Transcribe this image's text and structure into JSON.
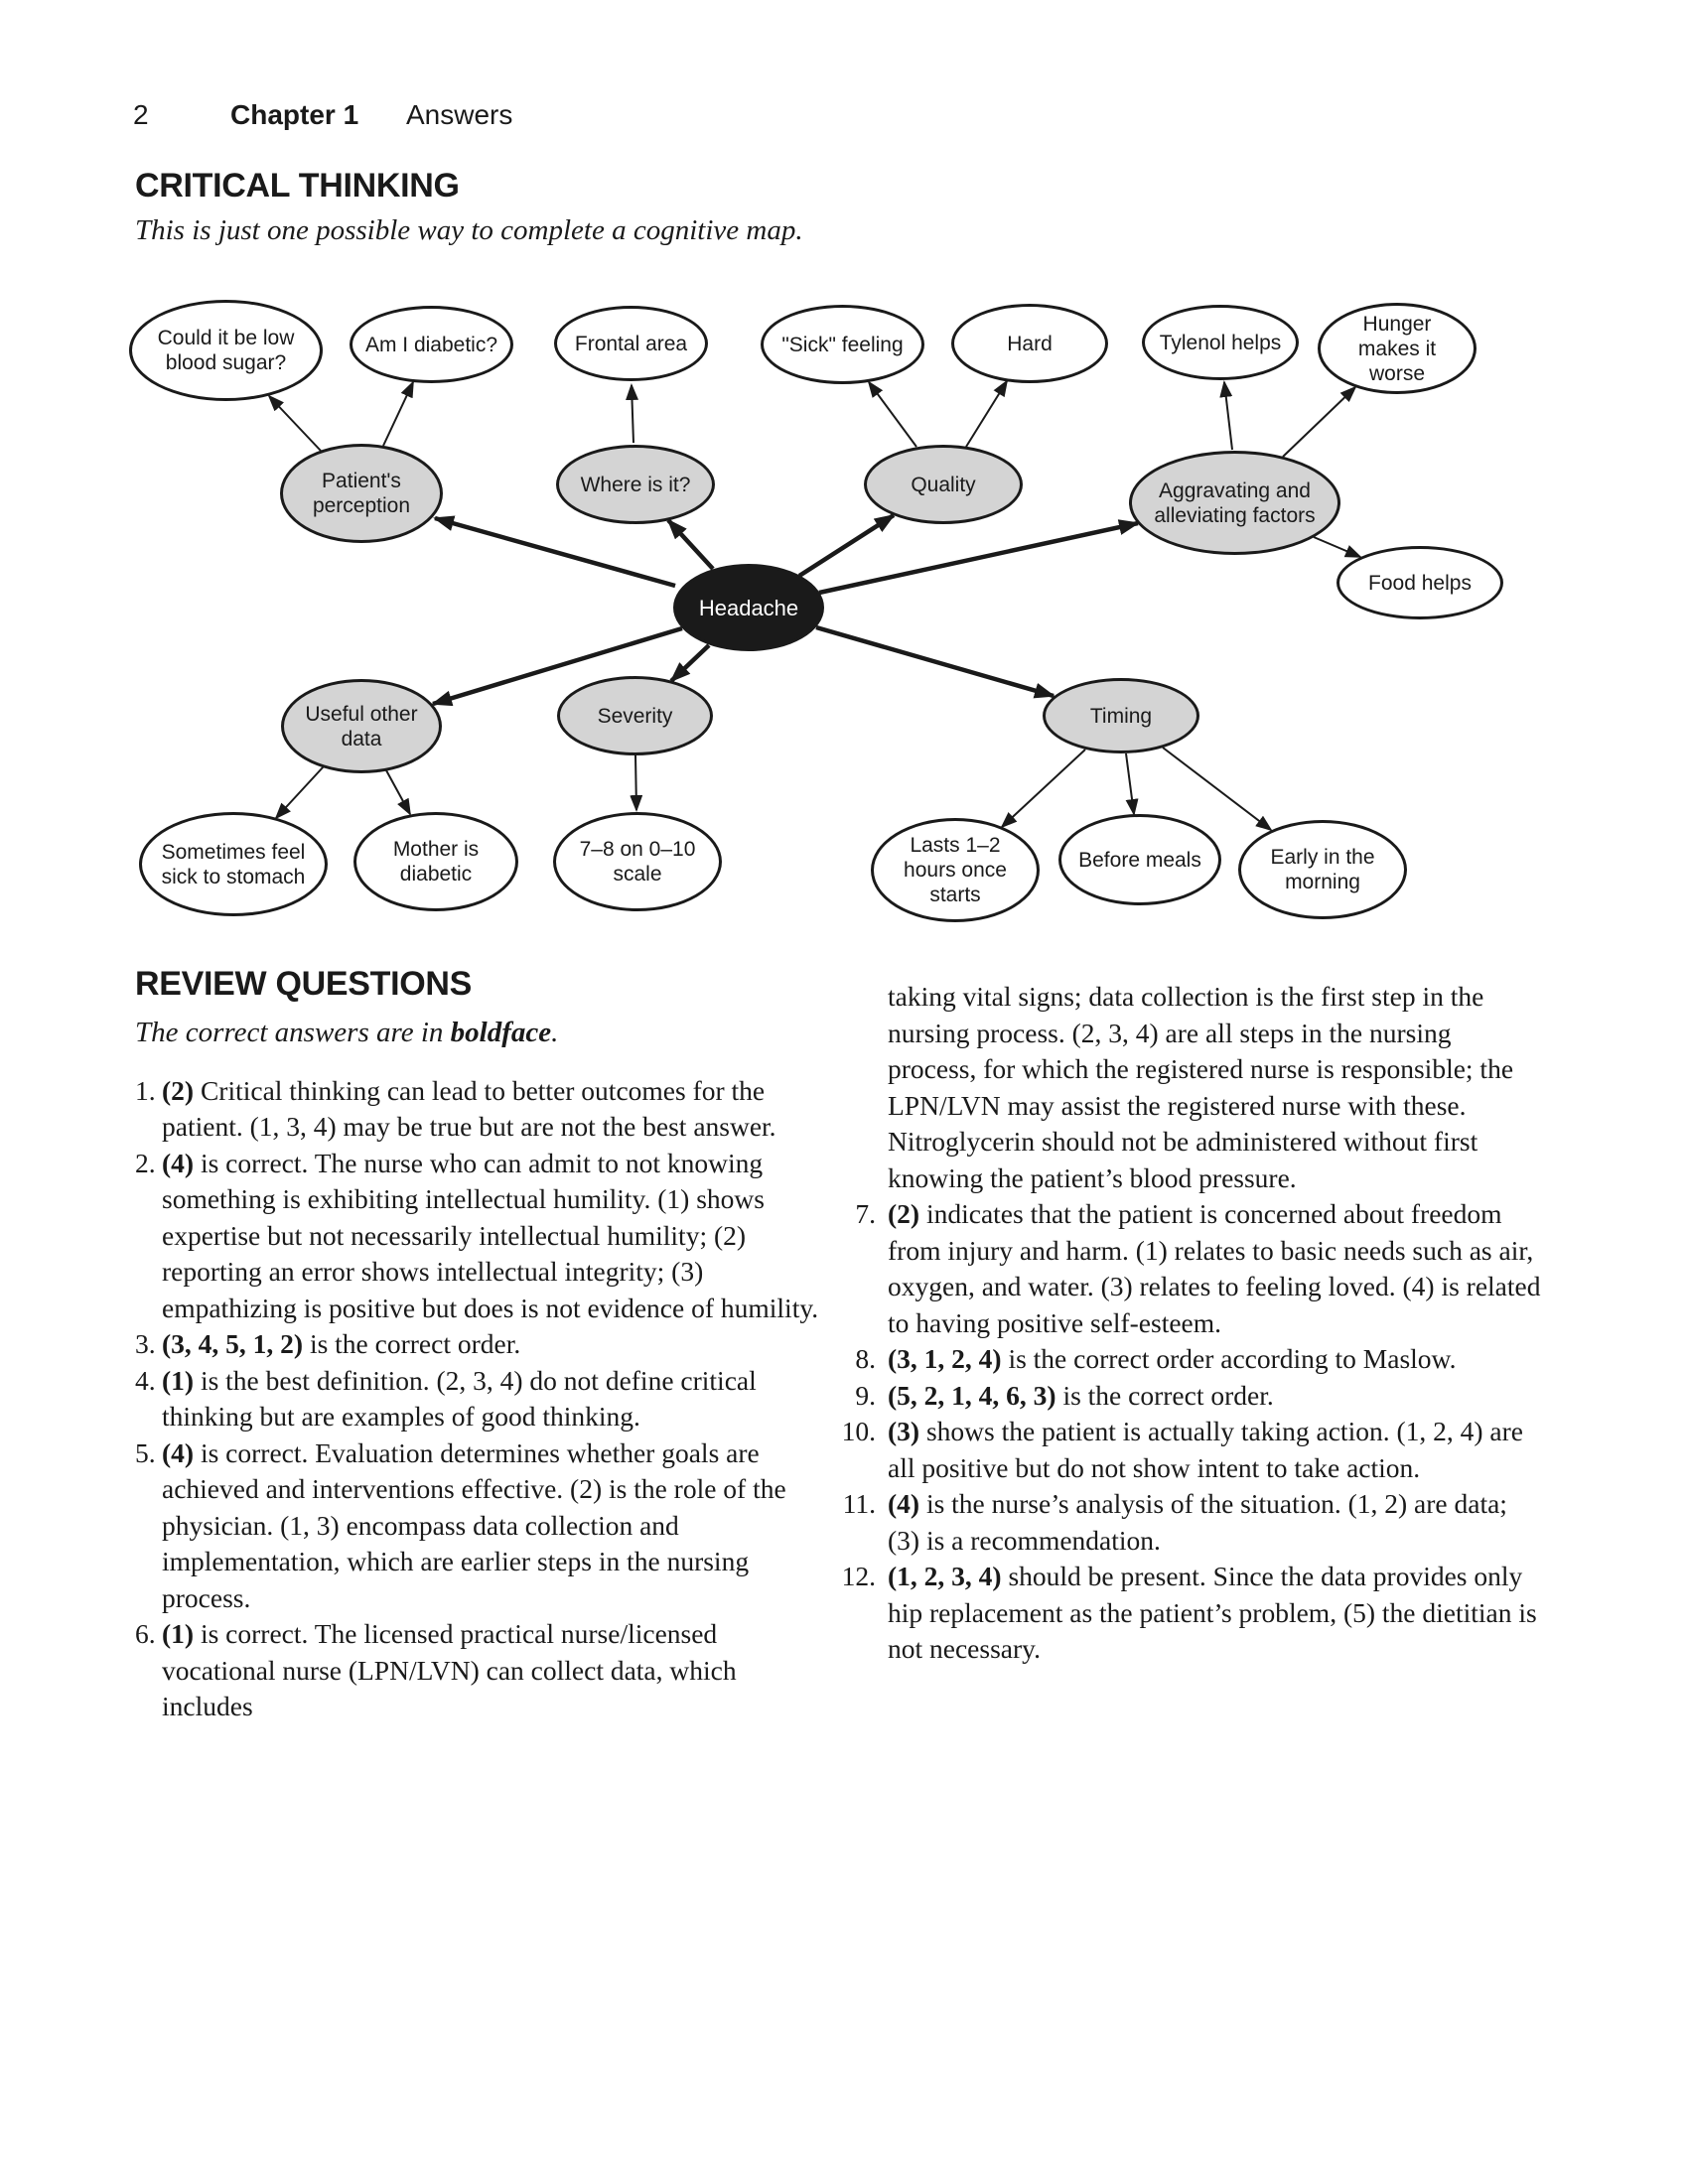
{
  "page": {
    "page_number": "2",
    "chapter": "Chapter 1",
    "section": "Answers"
  },
  "critical_thinking": {
    "heading": "CRITICAL THINKING",
    "intro": "This is just one possible way to complete a cognitive map."
  },
  "map": {
    "colors": {
      "center_fill": "#1a1a1a",
      "category_fill": "#d4d4d4",
      "leaf_fill": "#ffffff",
      "stroke": "#1a1a1a"
    },
    "nodes": [
      {
        "label": "Could it be low blood sugar?"
      },
      {
        "label": "Am I diabetic?"
      },
      {
        "label": "Frontal area"
      },
      {
        "label": "\"Sick\" feeling"
      },
      {
        "label": "Hard"
      },
      {
        "label": "Tylenol helps"
      },
      {
        "label": "Hunger makes it worse"
      },
      {
        "label": "Patient's perception"
      },
      {
        "label": "Where is it?"
      },
      {
        "label": "Quality"
      },
      {
        "label": "Aggravating and alleviating factors"
      },
      {
        "label": "Food helps"
      },
      {
        "label": "Headache"
      },
      {
        "label": "Useful other data"
      },
      {
        "label": "Severity"
      },
      {
        "label": "Timing"
      },
      {
        "label": "Sometimes feel sick to stomach"
      },
      {
        "label": "Mother is diabetic"
      },
      {
        "label": "7–8 on 0–10 scale"
      },
      {
        "label": "Lasts 1–2 hours once starts"
      },
      {
        "label": "Before meals"
      },
      {
        "label": "Early in the morning"
      }
    ]
  },
  "review": {
    "heading": "REVIEW QUESTIONS",
    "intro_prefix": "The correct answers are in ",
    "intro_bold": "boldface",
    "intro_suffix": ".",
    "left_items": [
      {
        "num": "1.",
        "bold": "(2)",
        "rest": " Critical thinking can lead to better outcomes for the patient. (1, 3, 4) may be true but are not the best answer."
      },
      {
        "num": "2.",
        "bold": "(4)",
        "rest": " is correct. The nurse who can admit to not knowing something is exhibiting intellectual humility. (1) shows expertise but not necessarily intellectual humility; (2) reporting an error shows intellectual integrity; (3) empathizing is positive but does is not evidence of humility."
      },
      {
        "num": "3.",
        "bold": "(3, 4, 5, 1, 2)",
        "rest": " is the correct order."
      },
      {
        "num": "4.",
        "bold": "(1)",
        "rest": " is the best definition. (2, 3, 4) do not define critical thinking but are examples of good thinking."
      },
      {
        "num": "5.",
        "bold": "(4)",
        "rest": " is correct. Evaluation determines whether goals are achieved and interventions effective. (2) is the role of the physician. (1, 3) encompass data collection and implementation, which are earlier steps in the nursing process."
      },
      {
        "num": "6.",
        "bold": "(1)",
        "rest": " is correct. The licensed practical nurse/licensed vocational nurse (LPN/LVN) can collect data, which includes"
      }
    ],
    "continuation": "taking vital signs; data collection is the first step in the nursing process. (2, 3, 4) are all steps in the nursing process, for which the registered nurse is responsible; the LPN/LVN may assist the registered nurse with these. Nitroglycerin should not be administered without first knowing the patient’s blood pressure.",
    "right_items": [
      {
        "num": "7.",
        "bold": "(2)",
        "rest": " indicates that the patient is concerned about freedom from injury and harm. (1) relates to basic needs such as air, oxygen, and water. (3) relates to feeling loved. (4) is related to having positive self-esteem."
      },
      {
        "num": "8.",
        "bold": "(3, 1, 2, 4)",
        "rest": " is the correct order according to Maslow."
      },
      {
        "num": "9.",
        "bold": "(5, 2, 1, 4, 6, 3)",
        "rest": " is the correct order."
      },
      {
        "num": "10.",
        "bold": "(3)",
        "rest": " shows the patient is actually taking action. (1, 2, 4) are all positive but do not show intent to take action."
      },
      {
        "num": "11.",
        "bold": "(4)",
        "rest": " is the nurse’s analysis of the situation. (1, 2) are data; (3) is a recommendation."
      },
      {
        "num": "12.",
        "bold": "(1, 2, 3, 4)",
        "rest": " should be present. Since the data provides only hip replacement as the patient’s problem, (5) the dietitian is not necessary."
      }
    ]
  }
}
